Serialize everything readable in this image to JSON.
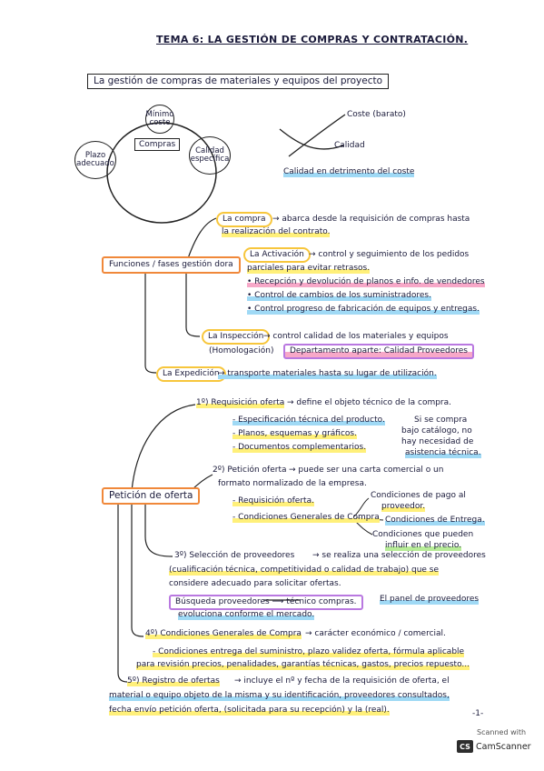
{
  "title": "TEMA 6: LA GESTIÓN DE COMPRAS Y CONTRATACIÓN.",
  "subtitle": "La gestión de compras de materiales y equipos del proyecto",
  "circle_top": "Mínimo coste",
  "circle_center": "Compras",
  "circle_left": "Plazo adecuado",
  "circle_right": "Calidad específica",
  "cost_label": "Coste (barato)",
  "quality_label": "Calidad",
  "quality_note": "Calidad en detrimento del coste",
  "funciones_label": "Funciones / fases gestión dora",
  "compra_title": "La compra",
  "compra_text1": "→ abarca desde la requisición de compras hasta",
  "compra_text2": "la realización del contrato.",
  "activacion_title": "La Activación",
  "activacion_text1": "→ control y seguimiento de los pedidos",
  "activacion_text2": "parciales para evitar retrasos.",
  "activacion_b1": "• Recepción y devolución de planos e info. de vendedores",
  "activacion_b2": "• Control de cambios de los suministradores.",
  "activacion_b3": "• Control progreso de fabricación de equipos y entregas.",
  "inspeccion_title": "La Inspección",
  "inspeccion_text1": "→ control calidad de los materiales y equipos",
  "inspeccion_text2": "(Homologación)",
  "inspeccion_box": "Departamento aparte: Calidad Proveedores",
  "expedicion_title": "La Expedición",
  "expedicion_text": "→ transporte materiales hasta su lugar de utilización.",
  "peticion_label": "Petición de oferta",
  "s1_title": "1º) Requisición oferta",
  "s1_text": "→ define el objeto técnico de la compra.",
  "s1_b1": "- Especificación técnica del producto.",
  "s1_b2": "- Planos, esquemas y gráficos.",
  "s1_b3": "- Documentos complementarios.",
  "s1_side1": "Si se compra",
  "s1_side2": "bajo catálogo, no",
  "s1_side3": "hay necesidad de",
  "s1_side4": "asistencia técnica.",
  "s2_title": "2º) Petición oferta",
  "s2_text1": "→ puede ser una carta comercial o un",
  "s2_text2": "formato normalizado de la empresa.",
  "s2_b1": "- Requisición oferta.",
  "s2_b2": "- Condiciones Generales de Compra",
  "s2_side1a": "Condiciones de pago al",
  "s2_side1b": "proveedor.",
  "s2_side2": "Condiciones de Entrega.",
  "s2_side3a": "Condiciones que pueden",
  "s2_side3b": "influir en el precio.",
  "s3_title": "3º) Selección de proveedores",
  "s3_text1": "→ se realiza una selección de proveedores",
  "s3_text2": "(cualificación técnica, competitividad o calidad de trabajo) que se",
  "s3_text3": "considere adecuado para solicitar ofertas.",
  "s3_box": "Búsqueda proveedores ⟶ técnico compras.",
  "s3_side": "El panel de proveedores",
  "s3_text4": "evoluciona conforme el mercado.",
  "s4_title": "4º) Condiciones Generales de Compra",
  "s4_text1": "→ carácter económico / comercial.",
  "s4_text2": "- Condiciones entrega del suministro, plazo validez oferta, fórmula aplicable",
  "s4_text3": "para revisión precios, penalidades, garantías técnicas, gastos, precios repuesto...",
  "s5_title": "5º) Registro de ofertas",
  "s5_text1": "→ incluye el nº y fecha de la requisición de oferta, el",
  "s5_text2": "material o equipo objeto de la misma y su identificación, proveedores consultados,",
  "s5_text3": "fecha envío petición oferta, (solicitada para su recepción) y la (real).",
  "page_number": "-1-",
  "scanner_top": "Scanned with",
  "scanner_brand": "CamScanner",
  "scanner_logo": "CS"
}
